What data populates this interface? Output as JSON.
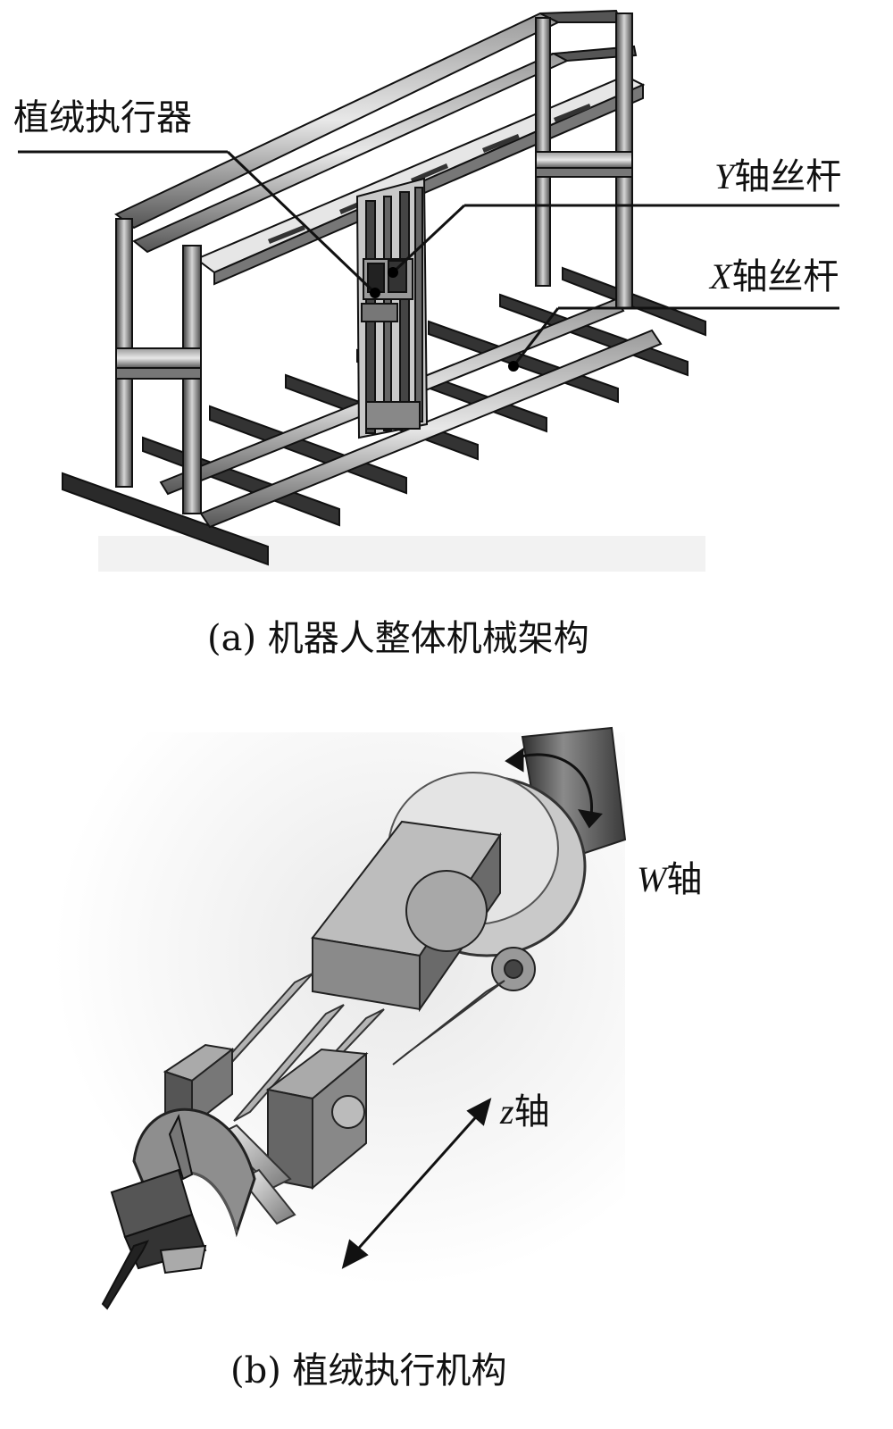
{
  "figure_a": {
    "caption": "(a)  机器人整体机械架构",
    "labels": {
      "actuator": "植绒执行器",
      "y_axis_var": "Y",
      "y_axis_text": "轴丝杆",
      "x_axis_var": "X",
      "x_axis_text": "轴丝杆"
    }
  },
  "figure_b": {
    "caption": "(b) 植绒执行机构",
    "labels": {
      "w_axis_var": "W",
      "w_axis_text": "轴",
      "z_axis_var": "z",
      "z_axis_text": "轴"
    }
  }
}
